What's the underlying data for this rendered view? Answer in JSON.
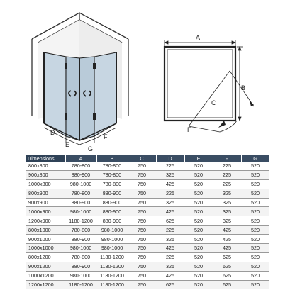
{
  "enclosure": {
    "labels": [
      "D",
      "E",
      "G",
      "F"
    ]
  },
  "plan": {
    "labels": [
      "A",
      "B",
      "C",
      "F"
    ]
  },
  "table": {
    "headers": [
      "Dimensions",
      "A",
      "B",
      "C",
      "D",
      "E",
      "F",
      "G"
    ],
    "rows": [
      [
        "800x800",
        "780-800",
        "780-800",
        "750",
        "225",
        "520",
        "225",
        "520"
      ],
      [
        "900x800",
        "880-900",
        "780-800",
        "750",
        "325",
        "520",
        "225",
        "520"
      ],
      [
        "1000x800",
        "980-1000",
        "780-800",
        "750",
        "425",
        "520",
        "225",
        "520"
      ],
      [
        "800x900",
        "780-800",
        "880-900",
        "750",
        "225",
        "520",
        "325",
        "520"
      ],
      [
        "900x900",
        "880-900",
        "880-900",
        "750",
        "325",
        "520",
        "325",
        "520"
      ],
      [
        "1000x900",
        "980-1000",
        "880-900",
        "750",
        "425",
        "520",
        "325",
        "520"
      ],
      [
        "1200x900",
        "1180-1200",
        "880-900",
        "750",
        "625",
        "520",
        "325",
        "520"
      ],
      [
        "800x1000",
        "780-800",
        "980-1000",
        "750",
        "225",
        "520",
        "425",
        "520"
      ],
      [
        "900x1000",
        "880-900",
        "980-1000",
        "750",
        "325",
        "520",
        "425",
        "520"
      ],
      [
        "1000x1000",
        "980-1000",
        "980-1000",
        "750",
        "425",
        "520",
        "425",
        "520"
      ],
      [
        "800x1200",
        "780-800",
        "1180-1200",
        "750",
        "225",
        "520",
        "625",
        "520"
      ],
      [
        "900x1200",
        "880-900",
        "1180-1200",
        "750",
        "325",
        "520",
        "625",
        "520"
      ],
      [
        "1000x1200",
        "980-1000",
        "1180-1200",
        "750",
        "425",
        "520",
        "625",
        "520"
      ],
      [
        "1200x1200",
        "1180-1200",
        "1180-1200",
        "750",
        "625",
        "520",
        "625",
        "520"
      ]
    ]
  }
}
